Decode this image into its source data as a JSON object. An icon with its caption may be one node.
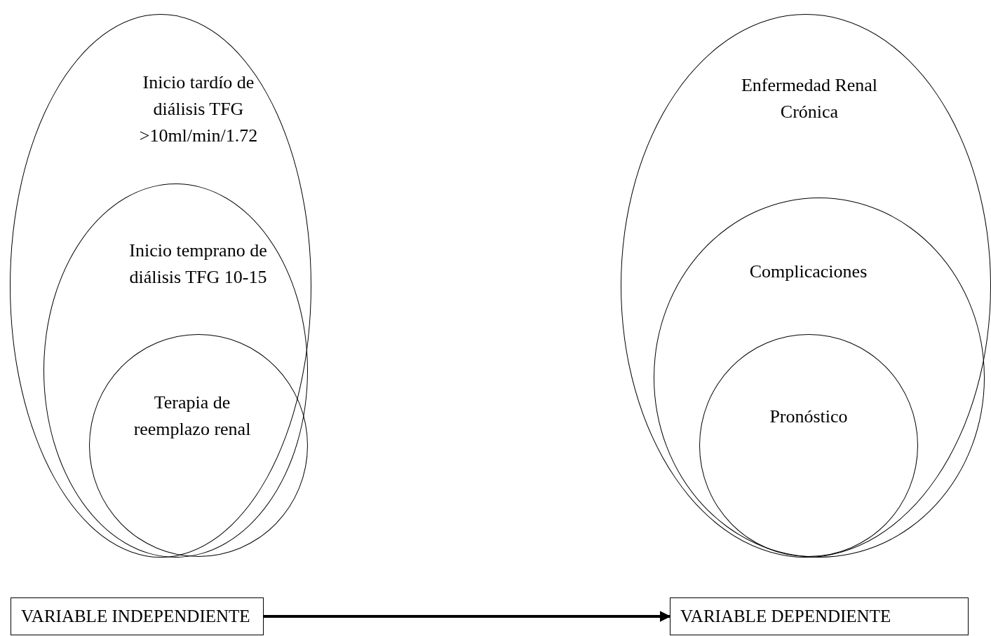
{
  "diagram": {
    "nodes": [
      {
        "text": [
          "Inicio tardío de diálisis TFG >10ml/min/1.72"
        ]
      },
      {
        "text": [
          "Inicio temprano de diálisis TFG 10-15"
        ],
        "in": 0
      },
      {
        "text": [
          "Terapia de reemplazo renal"
        ],
        "in": 1
      },
      {
        "text": [
          "Enfermedad Renal Crónica"
        ]
      },
      {
        "text": [
          "Complicaciones"
        ],
        "in": 3
      },
      {
        "text": [
          "Pronóstico"
        ],
        "in": 4
      },
      {
        "text": [
          "VARIABLE INDEPENDIENTE"
        ]
      },
      {
        "text": [
          "VARIABLE DEPENDIENTE"
        ]
      }
    ],
    "edges": [
      {
        "from": 6,
        "to": 7,
        "arrow": "to"
      }
    ]
  }
}
